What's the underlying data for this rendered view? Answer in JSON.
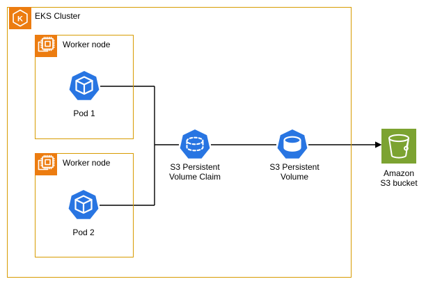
{
  "colors": {
    "box_border_orange": "#D79B00",
    "icon_orange": "#EC7C10",
    "kubernetes_blue": "#2875E2",
    "s3_green": "#7CA331",
    "connector_black": "#000000",
    "canvas_white": "#FFFFFF"
  },
  "cluster": {
    "label": "EKS Cluster",
    "icon": "eks-cluster-icon"
  },
  "worker_nodes": [
    {
      "label": "Worker node",
      "icon": "cpu-chip-icon",
      "pod": {
        "label": "Pod 1",
        "icon": "kubernetes-pod-icon"
      }
    },
    {
      "label": "Worker node",
      "icon": "cpu-chip-icon",
      "pod": {
        "label": "Pod 2",
        "icon": "kubernetes-pod-icon"
      }
    }
  ],
  "pvc": {
    "label_line1": "S3 Persistent",
    "label_line2": "Volume Claim",
    "icon": "persistent-volume-claim-icon"
  },
  "pv": {
    "label_line1": "S3 Persistent",
    "label_line2": "Volume",
    "icon": "persistent-volume-icon"
  },
  "bucket": {
    "label_line1": "Amazon",
    "label_line2": "S3 bucket",
    "icon": "s3-bucket-icon"
  }
}
